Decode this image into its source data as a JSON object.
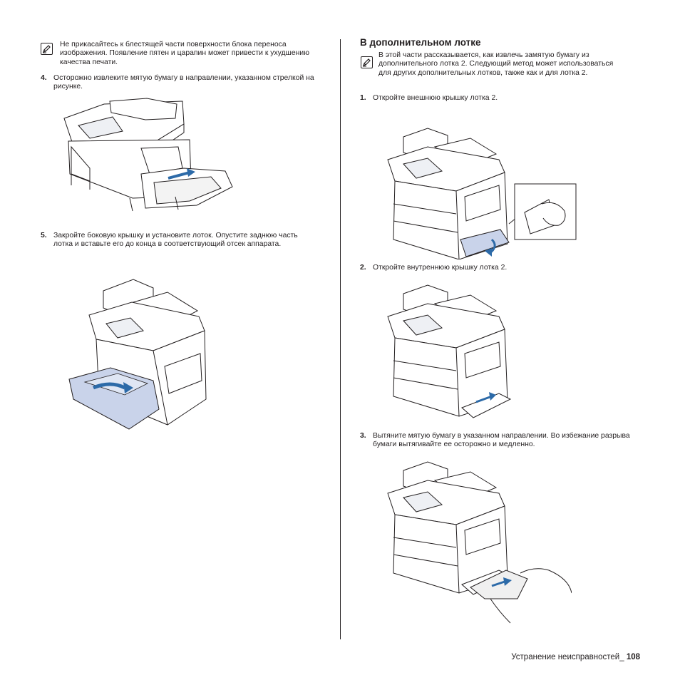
{
  "left": {
    "note": "Не прикасайтесь к блестящей части поверхности блока переноса изображения. Появление пятен и царапин может привести к ухудшению качества печати.",
    "step4": {
      "num": "4.",
      "text": "Осторожно извлеките мятую бумагу в направлении, указанном стрелкой на рисунке."
    },
    "step5": {
      "num": "5.",
      "text": "Закройте боковую крышку и установите лоток. Опустите заднюю часть лотка и вставьте его до конца в соответствующий отсек аппарата."
    }
  },
  "right": {
    "heading": "В дополнительном лотке",
    "note": "В этой части рассказывается, как извлечь замятую бумагу из дополнительного лотка 2. Следующий метод может использоваться для других дополнительных лотков, также как и для лотка 2.",
    "step1": {
      "num": "1.",
      "text": "Откройте внешнюю крышку лотка 2."
    },
    "step2": {
      "num": "2.",
      "text": "Откройте внутреннюю крышку лотка 2."
    },
    "step3": {
      "num": "3.",
      "text": "Вытяните мятую бумагу в указанном направлении. Во избежание разрыва бумаги вытягивайте ее осторожно и медленно."
    }
  },
  "footer": {
    "section": "Устранение неисправностей_",
    "page": "108"
  },
  "colors": {
    "text": "#231f20",
    "accent_blue": "#2c6aa8",
    "tray_blue": "#c9d3ea"
  }
}
